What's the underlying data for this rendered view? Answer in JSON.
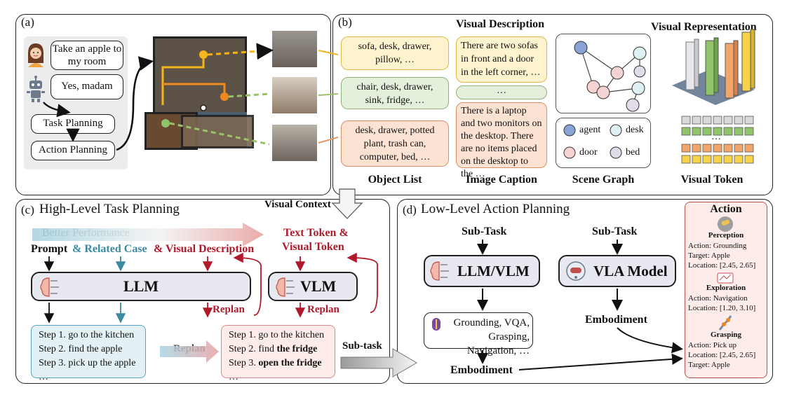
{
  "panel_a": {
    "label": "(a)",
    "bubble_human": "Take an apple to my room",
    "bubble_robot": "Yes, madam",
    "task_planning": "Task Planning",
    "action_planning": "Action Planning"
  },
  "panel_b": {
    "label": "(b)",
    "visual_description_title": "Visual Description",
    "visual_representation_title": "Visual Representation",
    "object_lists": [
      "sofa, desk, drawer, pillow, …",
      "chair, desk, drawer, sink, fridge, …",
      "desk, drawer, potted plant, trash can, computer, bed, …"
    ],
    "captions": [
      "There are two sofas in front and a door in the left corner, …",
      "…",
      "There is a laptop and two monitors on the desktop. There are no items placed on the desktop to the …"
    ],
    "legend": [
      "agent",
      "desk",
      "door",
      "bed"
    ],
    "token_ellipsis": "…",
    "caption_object_list": "Object List",
    "caption_image_caption": "Image Caption",
    "caption_scene_graph": "Scene Graph",
    "caption_visual_token": "Visual Token"
  },
  "panel_c": {
    "label": "(c)",
    "title": "High-Level Task Planning",
    "visual_context": "Visual Context",
    "better_performance": "Better Performance",
    "prompt": "Prompt",
    "related_case": "& Related Case",
    "visual_description": "& Visual Description",
    "text_token_line1": "Text Token &",
    "text_token_line2": "Visual Token",
    "llm": "LLM",
    "vlm": "VLM",
    "replan": "Replan",
    "replan_mid": "Replan",
    "sub_task": "Sub-task",
    "steps_left": [
      "Step 1. go to the kitchen",
      "Step 2. find the apple",
      "Step 3. pick up the apple",
      "…"
    ],
    "steps_right": {
      "s1": "Step 1. go to the kitchen",
      "s2_prefix": "Step 2. find ",
      "s2_bold": "the fridge",
      "s3_prefix": "Step 3. ",
      "s3_bold": "open the fridge",
      "s4": "…"
    }
  },
  "panel_d": {
    "label": "(d)",
    "title": "Low-Level Action Planning",
    "subtask_left": "Sub-Task",
    "subtask_right": "Sub-Task",
    "llm_vlm": "LLM/VLM",
    "vla": "VLA Model",
    "skills_line1": "Grounding, VQA,",
    "skills_line2": "Grasping, Navigation, …",
    "embodiment_left": "Embodiment",
    "embodiment_right": "Embodiment",
    "action": {
      "title": "Action",
      "perception": {
        "name": "Perception",
        "action": "Action: Grounding",
        "target": "Target: Apple",
        "location": "Location: [2.45, 2.65]"
      },
      "exploration": {
        "name": "Exploration",
        "action": "Action: Navigation",
        "location": "Location: [1.20, 3.10]"
      },
      "grasping": {
        "name": "Grasping",
        "action": "Action: Pick up",
        "location": "Location: [2.45, 2.65]",
        "target": "Target: Apple"
      }
    }
  },
  "colors": {
    "yellow_fill": "#fdf3cf",
    "yellow_border": "#e0b94a",
    "green_fill": "#e4efdc",
    "green_border": "#8fb27a",
    "orange_fill": "#fbe2d2",
    "orange_border": "#d99066",
    "blue_fill": "#e3f1f5",
    "blue_border": "#5aa5bd",
    "pink_fill": "#fdecea",
    "pink_border": "#d88a8a",
    "dark_red": "#b0192a",
    "teal": "#3b8aa0"
  }
}
